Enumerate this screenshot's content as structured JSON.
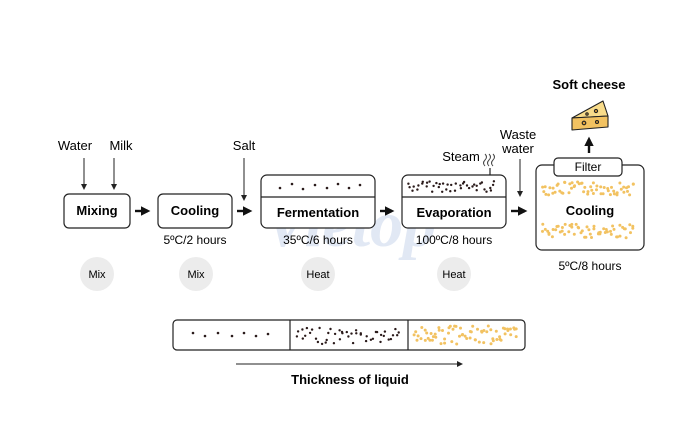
{
  "inputs": {
    "water": "Water",
    "milk": "Milk",
    "salt": "Salt",
    "steam": "Steam",
    "waste_water_1": "Waste",
    "waste_water_2": "water"
  },
  "stages": {
    "mixing": {
      "label": "Mixing",
      "badge": "Mix"
    },
    "cooling1": {
      "label": "Cooling",
      "detail": "5ºC/2 hours",
      "badge": "Mix"
    },
    "fermentation": {
      "label": "Fermentation",
      "detail": "35ºC/6 hours",
      "badge": "Heat"
    },
    "evaporation": {
      "label": "Evaporation",
      "detail": "100ºC/8 hours",
      "badge": "Heat"
    },
    "filter": {
      "label": "Filter"
    },
    "cooling2": {
      "label": "Cooling",
      "detail": "5ºC/8 hours"
    }
  },
  "product": {
    "label": "Soft cheese"
  },
  "legend": {
    "label": "Thickness of liquid"
  },
  "watermark": "Vietop",
  "colors": {
    "dark_dot": "#2a1a1a",
    "cheese_dot": "#f2c261",
    "badge_bg": "#ececec",
    "watermark": "#c9d6ec"
  },
  "icons": [
    "arrow-right-icon",
    "arrow-down-icon",
    "arrow-up-icon",
    "steam-icon",
    "cheese-icon"
  ]
}
